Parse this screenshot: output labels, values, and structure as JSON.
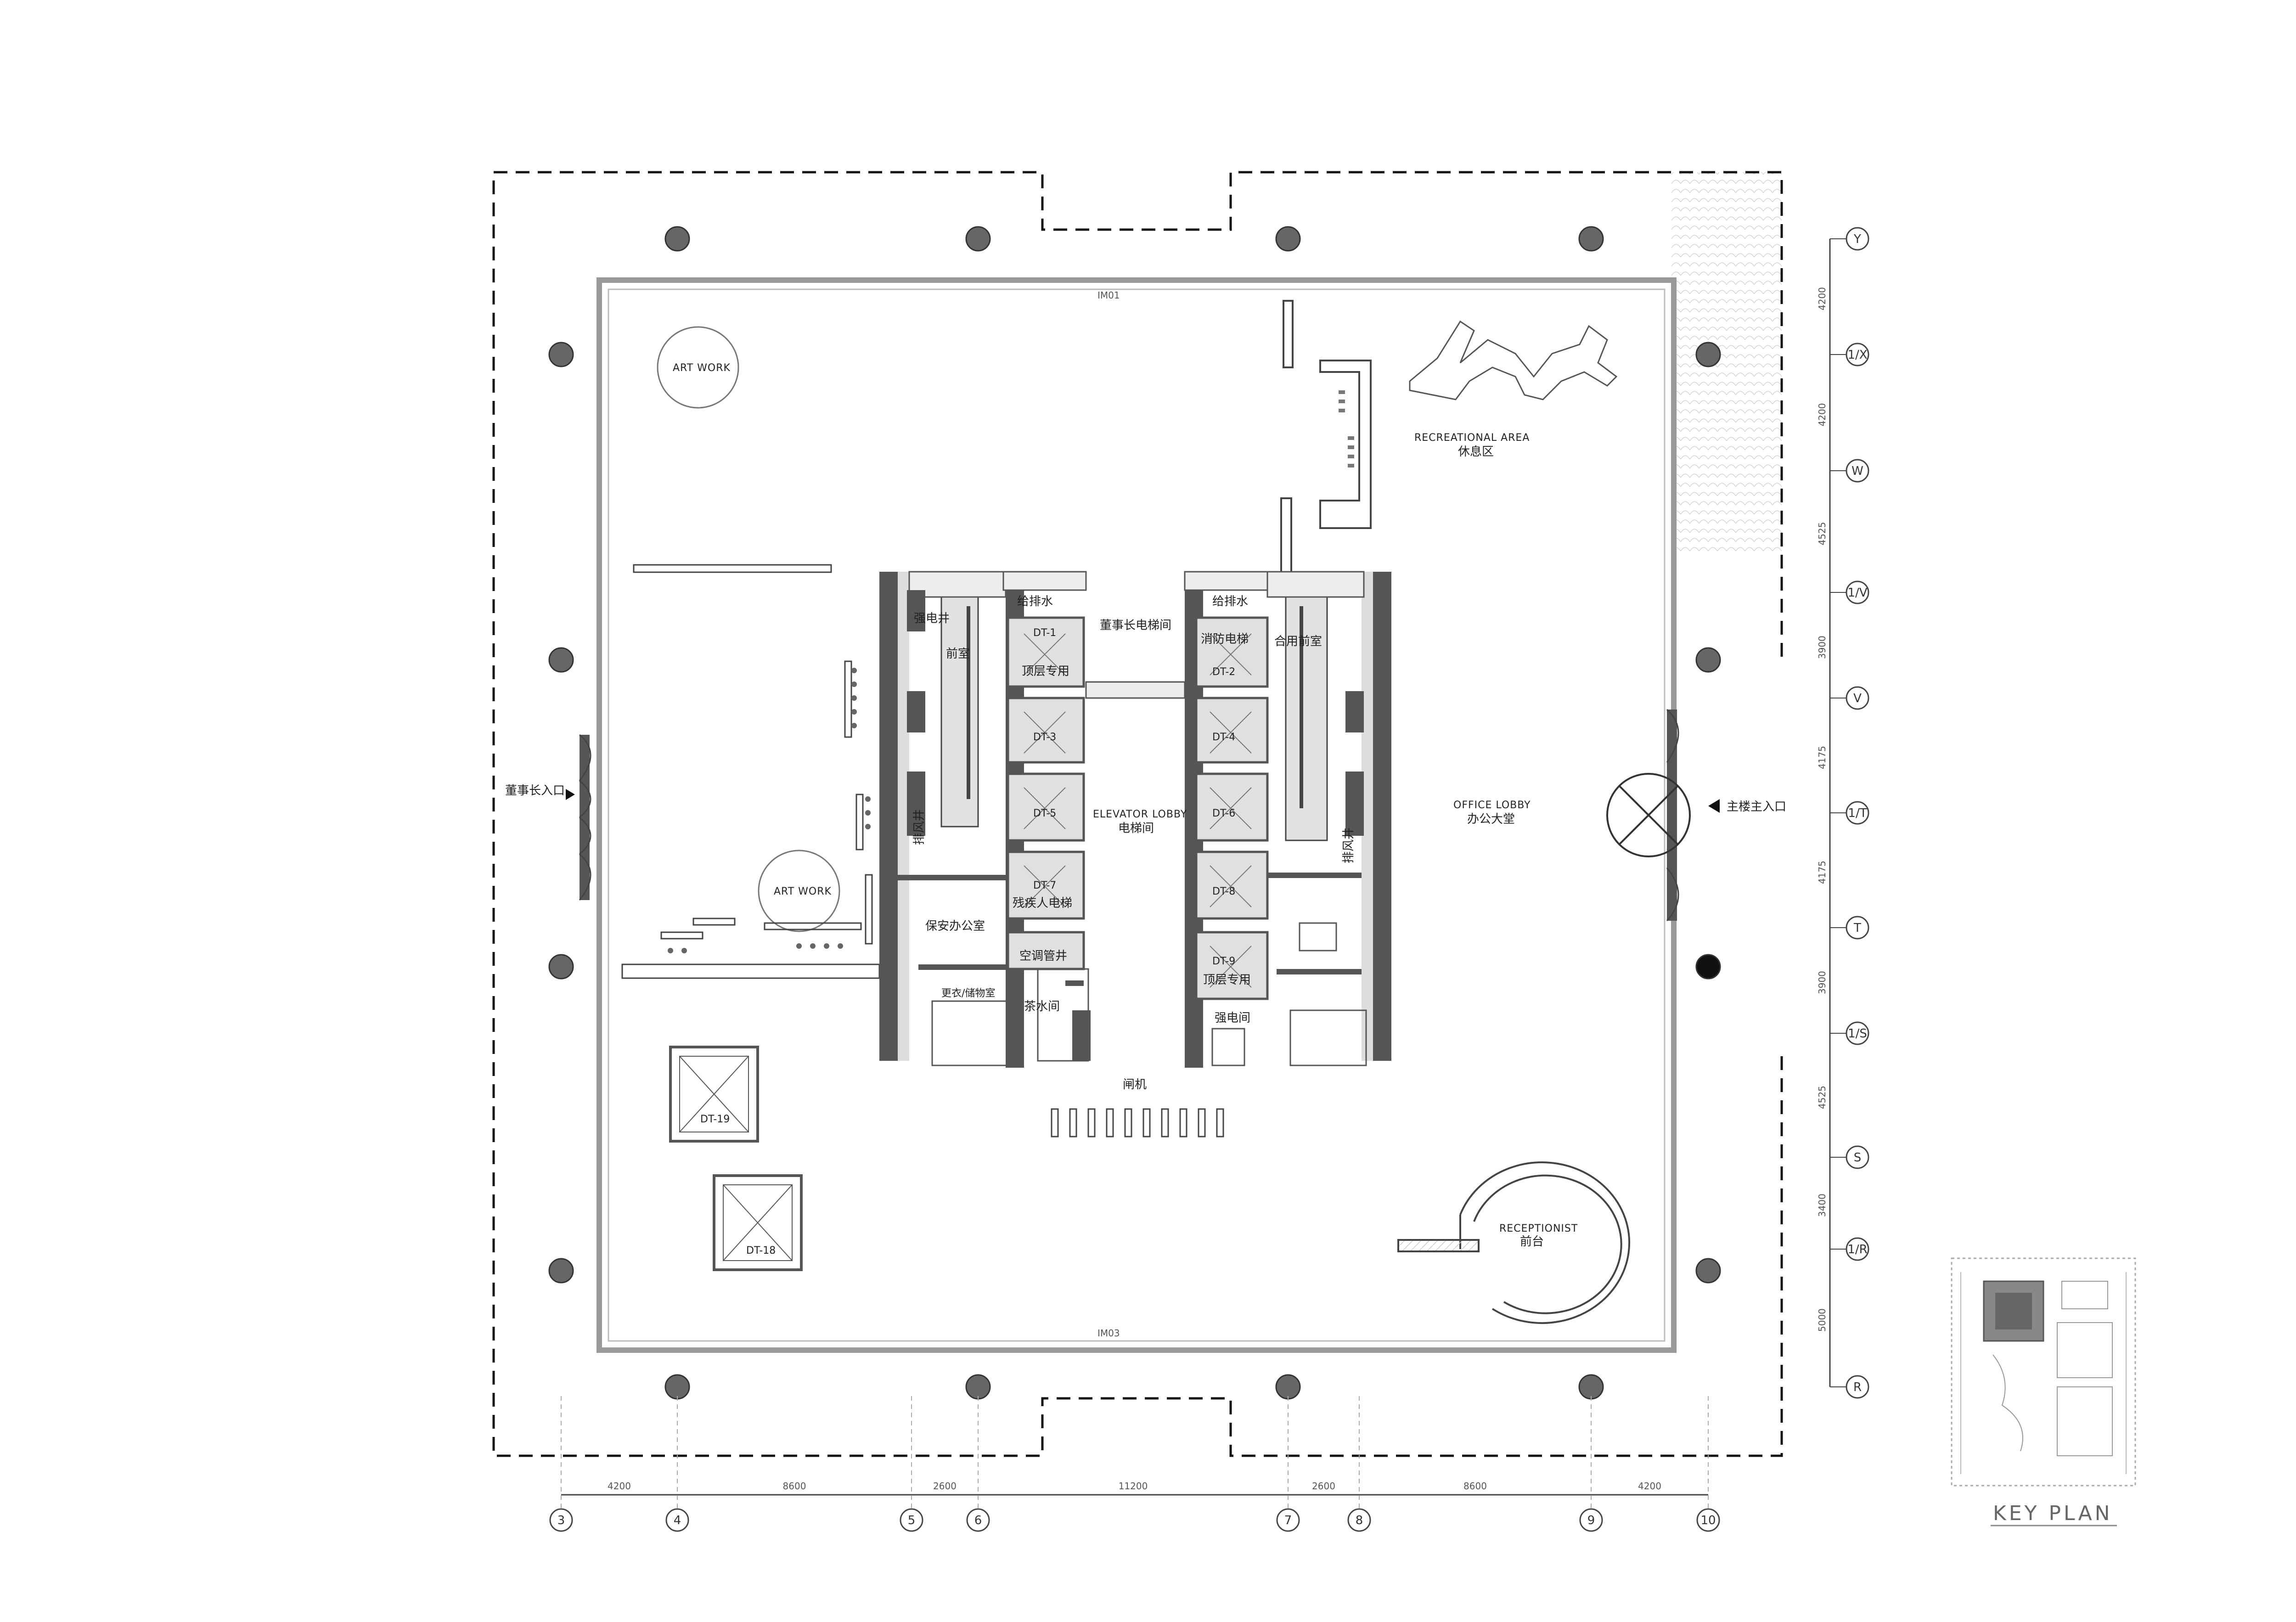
{
  "grid_columns": [
    "3",
    "4",
    "5",
    "6",
    "7",
    "8",
    "9",
    "10"
  ],
  "grid_rows": [
    "Y",
    "1/X",
    "W",
    "1/V",
    "V",
    "1/T",
    "T",
    "1/S",
    "S",
    "1/R",
    "R"
  ],
  "column_spacings": [
    "4200",
    "8600",
    "2600",
    "11200",
    "2600",
    "8600",
    "4200"
  ],
  "row_spacings": [
    "4200",
    "4200",
    "4525",
    "3900",
    "4175",
    "4175",
    "3900",
    "4525",
    "3400",
    "5000"
  ],
  "wall_tags": {
    "top": "IM01",
    "bottom": "IM03"
  },
  "areas": {
    "art_work_1": "ART WORK",
    "art_work_2": "ART WORK",
    "recreational_en": "RECREATIONAL AREA",
    "recreational_cn": "休息区",
    "elevator_lobby_en": "ELEVATOR LOBBY",
    "elevator_lobby_cn": "电梯间",
    "office_lobby_en": "OFFICE LOBBY",
    "office_lobby_cn": "办公大堂",
    "receptionist_en": "RECEPTIONIST",
    "receptionist_cn": "前台",
    "chairman_entrance": "董事长入口",
    "main_entrance": "主楼主入口",
    "chairman_elevator_room": "董事长电梯间",
    "turnstile": "闸机"
  },
  "rooms": {
    "water_supply_left": "给排水",
    "water_supply_right": "给排水",
    "strong_power_left": "强电井",
    "strong_power_right": "强电间",
    "front_room": "前室",
    "shared_front_room": "合用前室",
    "fire_elevator": "消防电梯",
    "exhaust_left": "排风井",
    "exhaust_right": "排风井",
    "security_office": "保安办公室",
    "hvac_shaft": "空调管井",
    "locker_storage": "更衣/储物室",
    "tea_room": "茶水间"
  },
  "elevators": {
    "dt1": "DT-1",
    "dt1_note": "顶层专用",
    "dt2": "DT-2",
    "dt3": "DT-3",
    "dt4": "DT-4",
    "dt5": "DT-5",
    "dt6": "DT-6",
    "dt7": "DT-7",
    "dt7_note": "残疾人电梯",
    "dt8": "DT-8",
    "dt9": "DT-9",
    "dt9_note": "顶层专用",
    "dt18": "DT-18",
    "dt19": "DT-19"
  },
  "key_plan": {
    "title": "KEY PLAN"
  }
}
